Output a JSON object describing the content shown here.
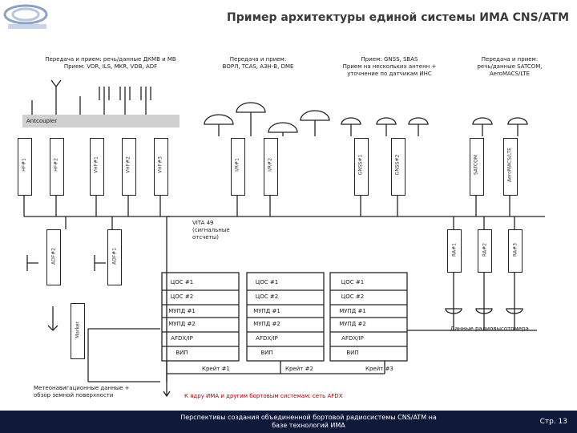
{
  "title": "Пример архитектуры единой системы ИМА CNS/ATM",
  "top_labels": {
    "vhf": "Передача и прием: речь/данные ДКМВ и МВ\nПрием: VOR, ILS, MKR, VDB, ADF",
    "dme": "Передача и прием:\nВОРЛ, TCAS, АЗН-В, DME",
    "gnss": "Прием: GNSS, SBAS\nПрием на нескольких антенн +\nуточнение по датчикам ИНС",
    "satcom": "Передача и прием:\nречь/данные SATCOM,\nAeroMACS/LTE"
  },
  "antcoupler": "Antcoupler",
  "modules_top": [
    "HF#1",
    "HF#2",
    "VHF#1",
    "VHF#2",
    "VHF#3",
    "I/R#1",
    "I/R#2",
    "GNSS#1",
    "GNSS#2",
    "SATCOM",
    "AeroMACS/LTE"
  ],
  "modules_left": [
    "ADF#2",
    "ADF#1",
    "Marker"
  ],
  "modules_right": [
    "RA#1",
    "RA#2",
    "RA#3"
  ],
  "vita_note": "VITA 49\n(сигнальные\nотсчеты)",
  "crates": [
    {
      "name": "Крейт #1",
      "rows": [
        "ЦОС #1",
        "ЦОС #2",
        "МУПД #1",
        "МУПД #2",
        "AFDX/IP",
        "ВИП"
      ]
    },
    {
      "name": "Крейт #2",
      "rows": [
        "ЦОС #1",
        "ЦОС #2",
        "МУПД #1",
        "МУПД #2",
        "AFDX/IP",
        "ВИП"
      ]
    },
    {
      "name": "Крейт #3",
      "rows": [
        "ЦОС #1",
        "ЦОС #2",
        "МУПД #1",
        "МУПД #2",
        "AFDX/IP",
        "ВИП"
      ]
    }
  ],
  "radio_altimeter_note": "Данные радиовысотомера",
  "meteo_note": "Метеонавигационные данные +\nобзор земной поверхности",
  "afdx_note": "К ядру ИМА и другим бортовым системам: сеть AFDX",
  "footer": {
    "text": "Перспективы создания объединенной бортовой радиосистемы CNS/ATM на\nбазе технологий ИМА",
    "page": "Стр. 13"
  },
  "colors": {
    "footer_bg": "#0f1a3a",
    "line": "#222222",
    "coupler": "#d0d0d0"
  }
}
